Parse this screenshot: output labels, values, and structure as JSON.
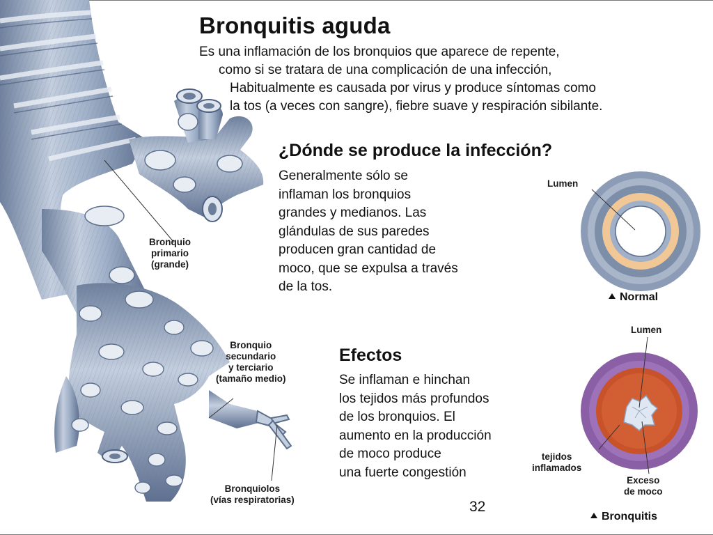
{
  "title": "Bronquitis aguda",
  "intro": [
    "Es una  inflamación de los bronquios que aparece de repente,",
    "como si se tratara de una complicación de una infección,",
    "Habitualmente es causada por virus y produce síntomas como",
    "la tos (a veces con sangre), fiebre suave y respiración sibilante."
  ],
  "where": {
    "heading": "¿Dónde se produce la infección?",
    "lines": [
      "Generalmente sólo se",
      "inflaman los bronquios",
      "grandes y medianos. Las",
      "glándulas de sus paredes",
      "producen gran cantidad de",
      "moco, que se expulsa a través",
      "de la tos."
    ]
  },
  "effects": {
    "heading": "Efectos",
    "lines": [
      "Se inflaman e hinchan",
      "los tejidos más profundos",
      "de los bronquios. El",
      "aumento en la producción",
      "de moco produce",
      "una fuerte congestión"
    ]
  },
  "labels": {
    "primary": [
      "Bronquio",
      "primario",
      "(grande)"
    ],
    "secondary": [
      "Bronquio",
      "secundario",
      "y terciario",
      "(tamaño medio)"
    ],
    "bronchioles": [
      "Bronquiolos",
      "(vías respiratorias)"
    ],
    "lumen_normal": "Lumen",
    "lumen_bronchitis": "Lumen",
    "inflamed": [
      "tejidos",
      "inflamados"
    ],
    "mucus": [
      "Exceso",
      "de moco"
    ]
  },
  "captions": {
    "normal": "Normal",
    "bronchitis": "Bronquitis"
  },
  "page_number": "32",
  "colors": {
    "airway": "#9aa9c0",
    "airway_light": "#cdd6e4",
    "airway_dark": "#5d6f8c",
    "normal_ring_outer": "#7d8ea8",
    "normal_ring_orange": "#f2c796",
    "inflamed_purple": "#8a5fa6",
    "inflamed_orange": "#c8522a"
  },
  "icons": [
    "triangle-up-icon"
  ]
}
